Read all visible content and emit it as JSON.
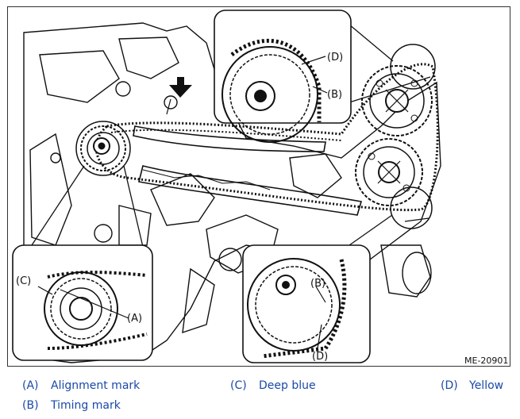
{
  "figure": {
    "code": "ME-20901",
    "callouts": {
      "A": "(A)",
      "B_upper": "(B)",
      "B_lower": "(B)",
      "C": "(C)",
      "D_upper": "(D)",
      "D_lower": "(D)"
    }
  },
  "legend": {
    "items": [
      {
        "key": "(A)",
        "label": "Alignment mark"
      },
      {
        "key": "(B)",
        "label": "Timing mark"
      },
      {
        "key": "(C)",
        "label": "Deep blue"
      },
      {
        "key": "(D)",
        "label": "Yellow"
      }
    ]
  },
  "colors": {
    "legend_text": "#1a49a8",
    "line": "#111111"
  }
}
